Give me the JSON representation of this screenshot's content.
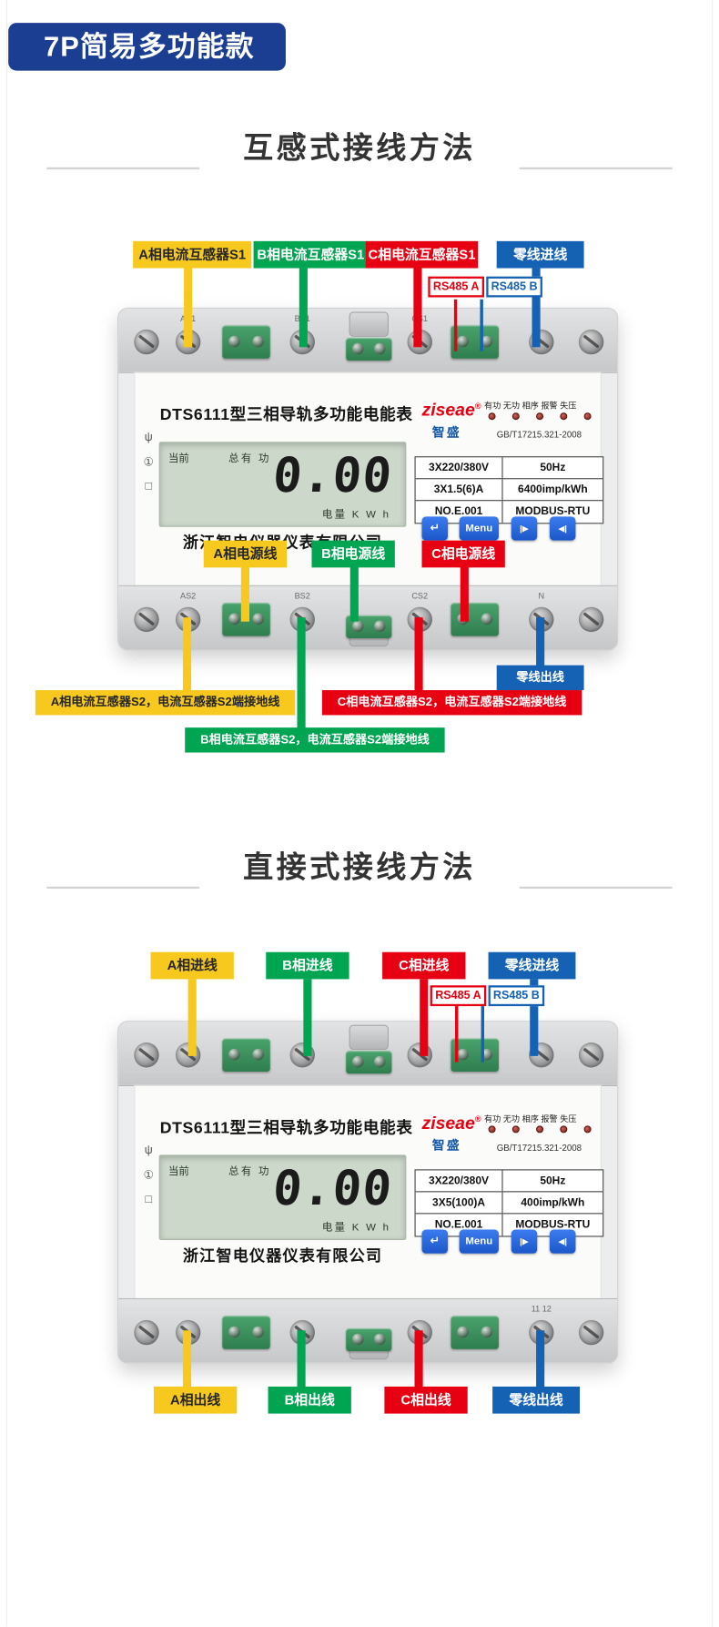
{
  "colors": {
    "yellow": "#F7C91E",
    "green": "#00A551",
    "red": "#E60012",
    "blue": "#1562B4",
    "badge": "#1C3E92",
    "lcd": "#CCD8CA",
    "btn": "#1E5FD2"
  },
  "header": {
    "badge": "7P简易多功能款"
  },
  "sections": [
    {
      "title": "互感式接线方法"
    },
    {
      "title": "直接式接线方法"
    }
  ],
  "diagram1": {
    "top_labels": [
      "A相电流互感器S1",
      "B相电流互感器S1",
      "C相电流互感器S1",
      "零线进线"
    ],
    "rs485_a": "RS485 A",
    "rs485_b": "RS485 B",
    "mid_labels": [
      "A相电源线",
      "B相电源线",
      "C相电源线"
    ],
    "neutral_out": "零线出线",
    "s2_a": "A相电流互感器S2，电流互感器S2端接地线",
    "s2_b": "B相电流互感器S2，电流互感器S2端接地线",
    "s2_c": "C相电流互感器S2，电流互感器S2端接地线"
  },
  "diagram2": {
    "top_labels": [
      "A相进线",
      "B相进线",
      "C相进线",
      "零线进线"
    ],
    "rs485_a": "RS485 A",
    "rs485_b": "RS485 B",
    "bottom_labels": [
      "A相出线",
      "B相出线",
      "C相出线",
      "零线出线"
    ]
  },
  "meter1": {
    "title": "DTS6111型三相导轨多功能电能表",
    "brand": "ziseae",
    "brand_reg": "®",
    "brand_cn": "智盛",
    "indicators": "有功 无功 相序 报警 失压",
    "standard": "GB/T17215.321-2008",
    "lcd": {
      "label1": "当前",
      "label2": "总有 功",
      "value": "0.00",
      "unit": "电量 K W h"
    },
    "specs": {
      "r1c1": "3X220/380V",
      "r1c2": "50Hz",
      "r2c1": "3X1.5(6)A",
      "r2c2": "6400imp/kWh",
      "r3c1": "NO.E.001",
      "r3c2": "MODBUS-RTU"
    },
    "company": "浙江智电仪器仪表有限公司",
    "buttons": {
      "b1": "↵",
      "b2": "Menu",
      "b3": "|▶",
      "b4": "◀|"
    },
    "side_icons": {
      "i1": "ψ",
      "i2": "①",
      "i3": "□"
    },
    "terminals_top": {
      "t1": "AS1",
      "t2": "BS1",
      "t3": "CS1",
      "t4": ""
    },
    "terminals_bottom": {
      "t1": "AS2",
      "t2": "BS2",
      "t3": "CS2",
      "t4": "N"
    }
  },
  "meter2": {
    "title": "DTS6111型三相导轨多功能电能表",
    "brand": "ziseae",
    "brand_reg": "®",
    "brand_cn": "智盛",
    "indicators": "有功 无功 相序 报警 失压",
    "standard": "GB/T17215.321-2008",
    "lcd": {
      "label1": "当前",
      "label2": "总有 功",
      "value": "0.00",
      "unit": "电量 K W h"
    },
    "specs": {
      "r1c1": "3X220/380V",
      "r1c2": "50Hz",
      "r2c1": "3X5(100)A",
      "r2c2": "400imp/kWh",
      "r3c1": "NO.E.001",
      "r3c2": "MODBUS-RTU"
    },
    "company": "浙江智电仪器仪表有限公司",
    "buttons": {
      "b1": "↵",
      "b2": "Menu",
      "b3": "|▶",
      "b4": "◀|"
    },
    "side_icons": {
      "i1": "ψ",
      "i2": "①",
      "i3": "□"
    },
    "terminals_top": {
      "t1": "",
      "t2": "",
      "t3": "",
      "t4": ""
    },
    "terminals_bottom": {
      "t1": "",
      "t2": "",
      "t3": "",
      "t4": "11 12"
    }
  }
}
